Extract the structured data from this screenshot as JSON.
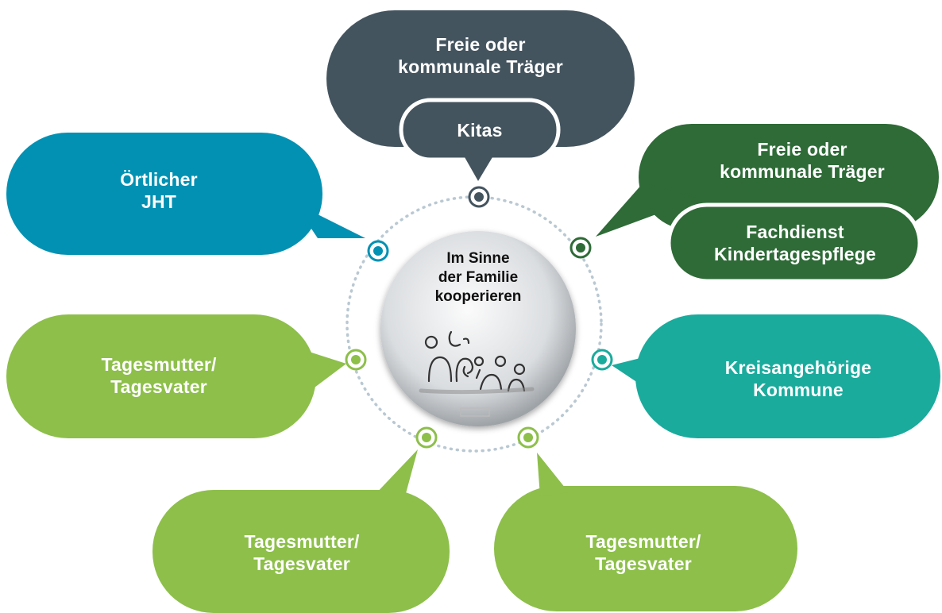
{
  "center": {
    "text": "Im Sinne\nder Familie\nkooperieren"
  },
  "nodes": [
    {
      "id": "kitas",
      "title": "Freie oder\nkommunale Träger",
      "sub": "Kitas"
    },
    {
      "id": "fachdienst",
      "title": "Freie oder\nkommunale Träger",
      "sub": "Fachdienst\nKindertagespflege"
    },
    {
      "id": "jht",
      "title": "Örtlicher\nJHT"
    },
    {
      "id": "kommune",
      "title": "Kreisangehörige\nKommune"
    },
    {
      "id": "tagesmutter-left",
      "title": "Tagesmutter/\nTagesvater"
    },
    {
      "id": "tagesmutter-bottom-left",
      "title": "Tagesmutter/\nTagesvater"
    },
    {
      "id": "tagesmutter-bottom-right",
      "title": "Tagesmutter/\nTagesvater"
    }
  ],
  "colors": {
    "slate": "#44545f",
    "dark_green": "#2e6b37",
    "teal_blue": "#0391b3",
    "teal": "#1aab9d",
    "light_green": "#8dbf4a"
  }
}
